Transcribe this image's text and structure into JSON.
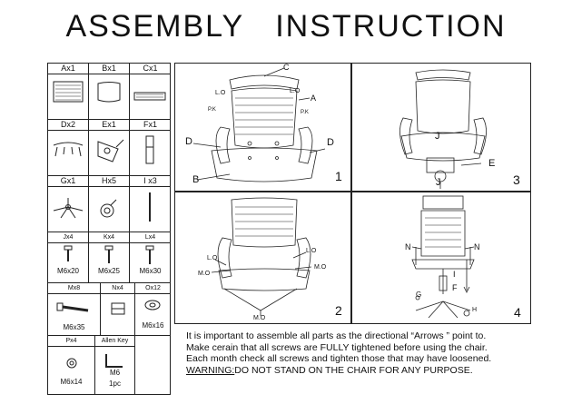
{
  "title": {
    "word1": "ASSEMBLY",
    "word2": "INSTRUCTION"
  },
  "parts": [
    {
      "label": "Ax1",
      "caption": ""
    },
    {
      "label": "Bx1",
      "caption": ""
    },
    {
      "label": "Cx1",
      "caption": ""
    },
    {
      "label": "Dx2",
      "caption": ""
    },
    {
      "label": "Ex1",
      "caption": ""
    },
    {
      "label": "Fx1",
      "caption": ""
    },
    {
      "label": "Gx1",
      "caption": ""
    },
    {
      "label": "Hx5",
      "caption": ""
    },
    {
      "label": "I x3",
      "caption": ""
    },
    {
      "label": "Jx4",
      "caption": "M6x20"
    },
    {
      "label": "Kx4",
      "caption": "M6x25"
    },
    {
      "label": "Lx4",
      "caption": "M6x30"
    },
    {
      "label": "Mx8",
      "caption": "M6x35"
    },
    {
      "label": "Nx4",
      "caption": ""
    },
    {
      "label": "Ox12",
      "caption": "M6x16"
    },
    {
      "label": "Px4",
      "caption": "M6x14"
    },
    {
      "label": "Allen Key",
      "caption": "M6",
      "caption2": "1pc"
    }
  ],
  "steps": {
    "step1": {
      "number": "1",
      "labels": {
        "c": "C",
        "lo1": "L.O",
        "lo2": "L.O",
        "a": "A",
        "pk1": "P.K",
        "pk2": "P.K",
        "d1": "D",
        "d2": "D",
        "b": "B"
      }
    },
    "step2": {
      "number": "2",
      "labels": {
        "lo1": "L.O",
        "lo2": "L.O",
        "mo1": "M.O",
        "mo2": "M.O",
        "mo3": "M.O"
      }
    },
    "step3": {
      "number": "3",
      "labels": {
        "j1": "J",
        "j2": "J",
        "e": "E"
      }
    },
    "step4": {
      "number": "4",
      "labels": {
        "n1": "N",
        "n2": "N",
        "i": "I",
        "f": "F",
        "g": "G",
        "h": "H"
      }
    }
  },
  "notes": {
    "line1": "It is important to assemble all parts as the directional “Arrows ” point to.",
    "line2": "Make cerain that all screws are FULLY  tightened before using the chair.",
    "line3": "Each month check all screws and tighten those that may have loosened.",
    "warning_key": "WARNING:",
    "warning_text": "DO NOT STAND ON THE CHAIR FOR ANY PURPOSE."
  }
}
